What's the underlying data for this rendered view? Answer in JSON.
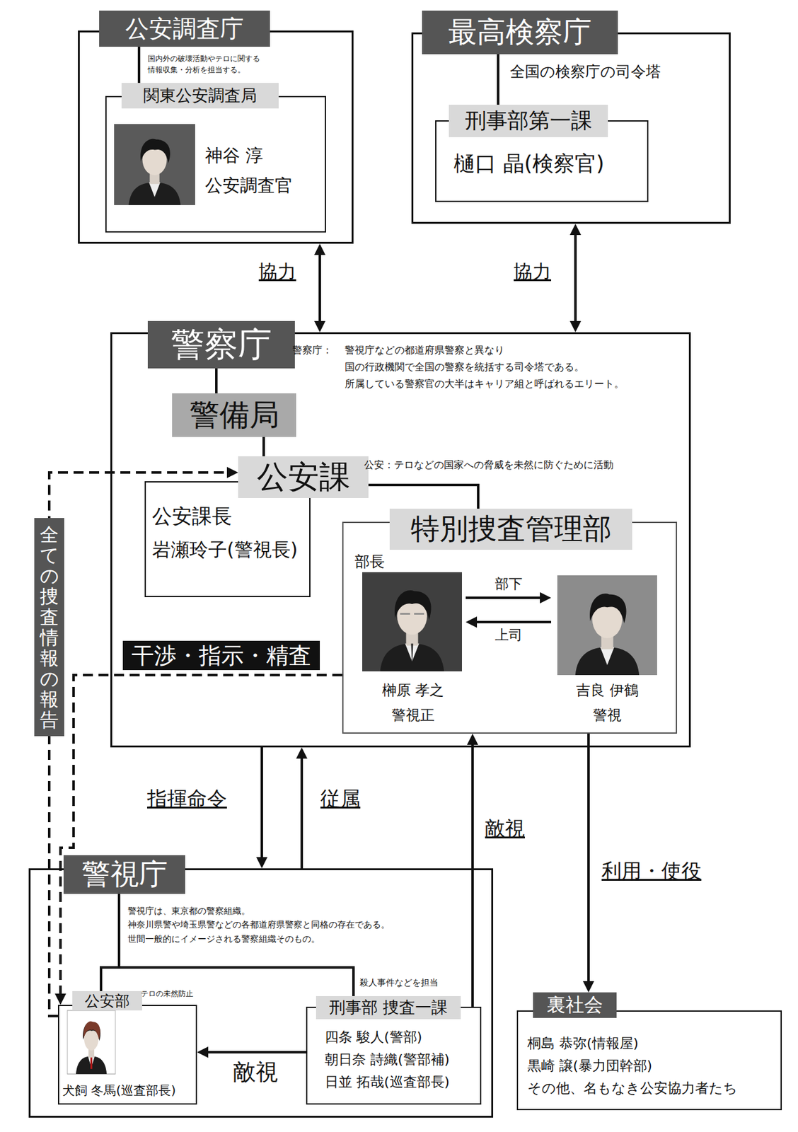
{
  "diagram": {
    "nodes": [
      {
        "text": [
          "公安調査庁",
          "国内外の破壊活動やテロに関する 情報収集・分析を担当する。"
        ]
      },
      {
        "text": [
          "関東公安調査局",
          "神谷 淳",
          "公安調査官"
        ],
        "in": 0
      },
      {
        "text": [
          "最高検察庁",
          "全国の検察庁の司令塔"
        ]
      },
      {
        "text": [
          "刑事部第一課",
          "樋口 晶(検察官)"
        ],
        "in": 2
      },
      {
        "text": [
          "警察庁",
          "警察庁：",
          "警視庁などの都道府県警察と異なり 国の行政機関で全国の警察を統括する司令塔である。 所属している警察官の大半はキャリア組と呼ばれるエリート。"
        ]
      },
      {
        "text": [
          "警備局"
        ],
        "in": 4
      },
      {
        "text": [
          "公安課",
          "公安課長",
          "岩瀬玲子(警視長)"
        ],
        "in": 4
      },
      {
        "text": [
          "特別捜査管理部",
          "部長"
        ],
        "in": 4
      },
      {
        "text": [
          "榊原 孝之",
          "警視正"
        ],
        "in": 7
      },
      {
        "text": [
          "吉良 伊鶴",
          "警視"
        ],
        "in": 7
      },
      {
        "text": [
          "警視庁",
          "警視庁は、東京都の警察組織。 神奈川県警や埼玉県警などの各都道府県警察と同格の存在である。 世間一般的にイメージされる警察組織そのもの。"
        ]
      },
      {
        "text": [
          "公安部",
          "テロの未然防止",
          "犬飼 冬馬(巡査部長)"
        ],
        "in": 10
      },
      {
        "text": [
          "殺人事件などを担当",
          "刑事部 捜査一課",
          "四条 駿人(警部)",
          "朝日奈 詩織(警部補)",
          "日並 拓哉(巡査部長)"
        ],
        "in": 10
      },
      {
        "text": [
          "裏社会",
          "桐島 恭弥(情報屋)",
          "黒崎 譲(暴力団幹部)",
          "その他、名もなき公安協力者たち"
        ]
      }
    ],
    "edges": [
      {
        "from": 0,
        "to": 4,
        "label": "協力",
        "arrow": "both"
      },
      {
        "from": 2,
        "to": 4,
        "label": "協力",
        "arrow": "both"
      },
      {
        "from": 0,
        "to": 1,
        "arrow": "none"
      },
      {
        "from": 2,
        "to": 3,
        "arrow": "none"
      },
      {
        "from": 4,
        "to": 5,
        "arrow": "none"
      },
      {
        "from": 5,
        "to": 6,
        "arrow": "none"
      },
      {
        "from": 6,
        "to": 7,
        "arrow": "none"
      },
      {
        "from": 8,
        "to": 9,
        "label": "部下",
        "arrow": "to"
      },
      {
        "from": 9,
        "to": 8,
        "label": "上司",
        "arrow": "to"
      },
      {
        "from": 7,
        "to": 11,
        "label": "干渉・指示・精査",
        "arrow": "to"
      },
      {
        "from": 11,
        "to": 6,
        "label": "全ての捜査情報の報告",
        "arrow": "to"
      },
      {
        "from": 12,
        "to": 11,
        "label": "敵視",
        "arrow": "to"
      },
      {
        "from": 12,
        "to": 7,
        "label": "敵視",
        "arrow": "to"
      },
      {
        "from": 7,
        "to": 13,
        "label": "利用・使役",
        "arrow": "to"
      },
      {
        "from": 4,
        "to": 10,
        "label": "指揮命令",
        "arrow": "to"
      },
      {
        "from": 10,
        "to": 4,
        "label": "従属",
        "arrow": "to"
      },
      {
        "from": 10,
        "to": 11,
        "arrow": "none"
      },
      {
        "from": 10,
        "to": 12,
        "arrow": "none"
      }
    ],
    "labels": [
      "公安：テロなどの国家への脅威を未然に防ぐために活動"
    ]
  }
}
